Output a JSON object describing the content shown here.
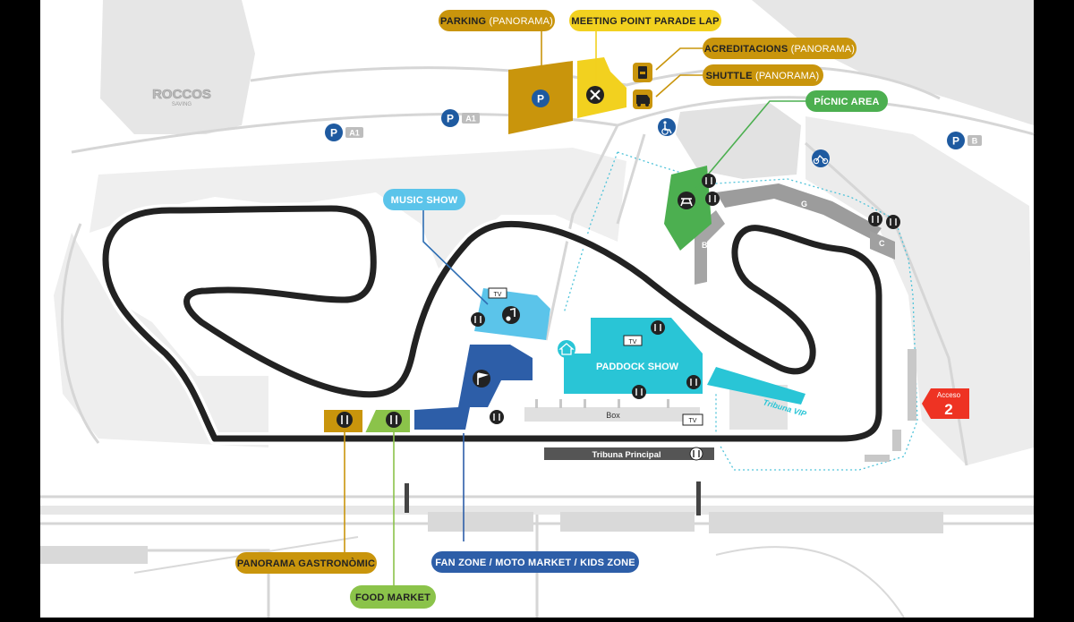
{
  "colors": {
    "background": "#ffffff",
    "terrain": "#e4e4e4",
    "track": "#222222",
    "gold": "#c9950c",
    "yellow": "#f2d11f",
    "green": "#4caf50",
    "pale_green": "#8bc34a",
    "cyan": "#29c5d6",
    "blue": "#2f6fb4",
    "sky": "#5bc4ea",
    "navy": "#2d5ea8",
    "red": "#ee3323",
    "grey": "#9a9a9a",
    "dark_grey": "#555555"
  },
  "labels": {
    "parking": {
      "main": "PARKING",
      "sub": "(PANORAMA)"
    },
    "meeting_point": {
      "main": "MEETING POINT PARADE LAP"
    },
    "acreditacions": {
      "main": "ACREDITACIONS",
      "sub": "(PANORAMA)"
    },
    "shuttle": {
      "main": "SHUTTLE",
      "sub": "(PANORAMA)"
    },
    "picnic": {
      "main": "PÍCNIC AREA"
    },
    "music_show": {
      "main": "MUSIC SHOW"
    },
    "paddock_show": {
      "main": "PADDOCK SHOW"
    },
    "panorama_gastronomic": {
      "main": "PANORAMA GASTRONÒMIC"
    },
    "food_market": {
      "main": "FOOD MARKET"
    },
    "fan_zone": {
      "main": "FAN ZONE / MOTO MARKET / KIDS ZONE"
    },
    "tribuna_principal": {
      "main": "Tribuna Principal"
    },
    "tribuna_vip": {
      "main": "Tribuna VIP"
    },
    "box": {
      "main": "Box"
    },
    "acceso": {
      "main": "Acceso",
      "number": "2"
    },
    "roccos": {
      "main": "ROCCOS",
      "sub": "SAVING"
    }
  },
  "parking_markers": [
    {
      "icon": "P",
      "tag": "A1"
    },
    {
      "icon": "P",
      "tag": "A1"
    },
    {
      "icon": "P",
      "tag": "B"
    }
  ],
  "stands": {
    "b": "B",
    "g": "G",
    "c": "C"
  },
  "tv": "TV",
  "icons": {
    "parking": "parking-icon",
    "meeting": "crossed-tools-icon",
    "accreditation": "badge-icon",
    "shuttle": "van-icon",
    "accessible": "wheelchair-icon",
    "motorbike": "motorbike-icon",
    "picnic": "picnic-table-icon",
    "music": "music-note-icon",
    "flag": "flag-icon",
    "info": "info-house-icon",
    "food": "cutlery-icon",
    "toilet": "toilet-icon"
  }
}
